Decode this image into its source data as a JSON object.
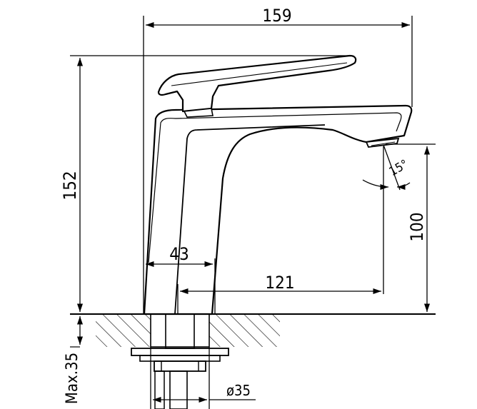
{
  "dimensions": {
    "width": "159",
    "height": "152",
    "spout_height": "100",
    "base_width": "43",
    "spout_reach": "121",
    "angle": "15°",
    "max_thickness": "Max.35",
    "hole_diameter": "ø35"
  }
}
